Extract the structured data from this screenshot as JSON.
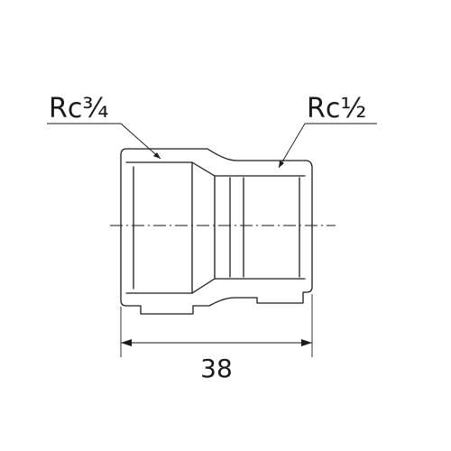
{
  "labels": {
    "left_thread": "Rc¾",
    "right_thread": "Rc½",
    "overall_length": "38"
  },
  "colors": {
    "line": "#1a1a1a",
    "background": "#ffffff"
  }
}
